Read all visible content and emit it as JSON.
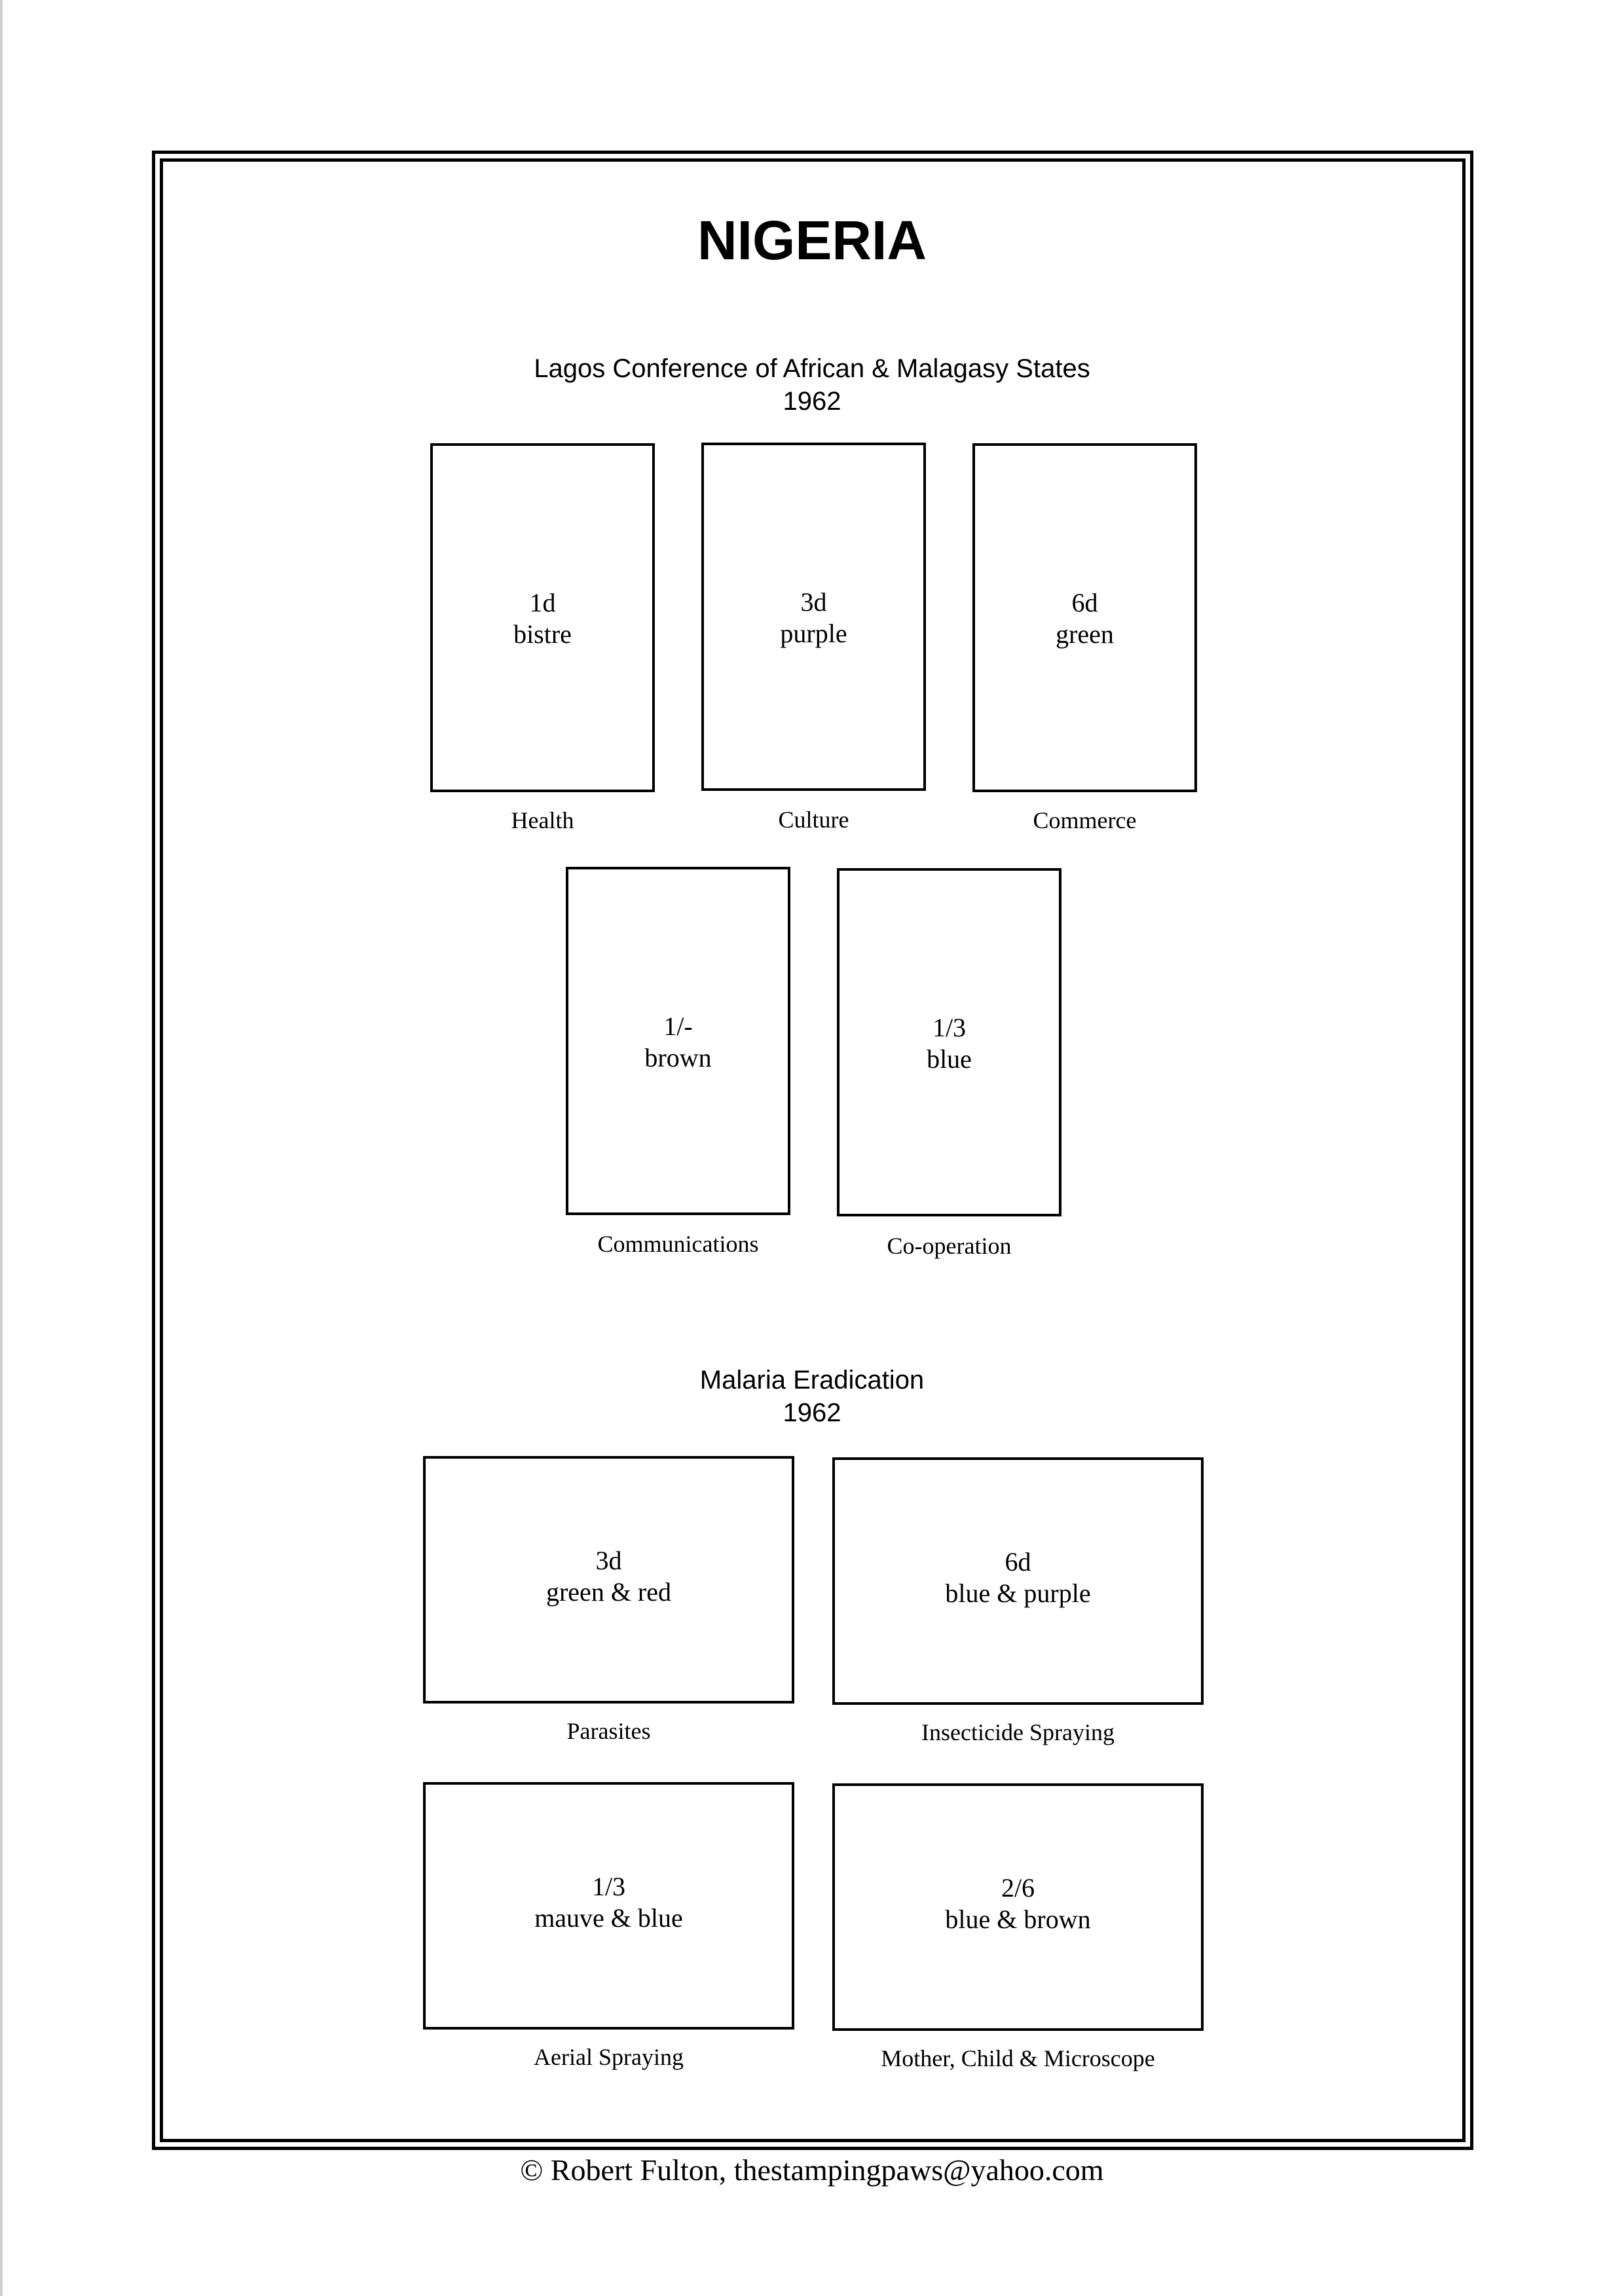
{
  "page": {
    "title": "NIGERIA",
    "footer": "©  Robert Fulton, thestampingpaws@yahoo.com"
  },
  "sections": [
    {
      "heading": "Lagos Conference of African & Malagasy States",
      "year": "1962",
      "stamps": [
        {
          "denomination": "1d",
          "color": "bistre",
          "caption": "Health"
        },
        {
          "denomination": "3d",
          "color": "purple",
          "caption": "Culture"
        },
        {
          "denomination": "6d",
          "color": "green",
          "caption": "Commerce"
        },
        {
          "denomination": "1/-",
          "color": "brown",
          "caption": "Communications"
        },
        {
          "denomination": "1/3",
          "color": "blue",
          "caption": "Co-operation"
        }
      ]
    },
    {
      "heading": "Malaria Eradication",
      "year": "1962",
      "stamps": [
        {
          "denomination": "3d",
          "color": "green & red",
          "caption": "Parasites"
        },
        {
          "denomination": "6d",
          "color": "blue & purple",
          "caption": "Insecticide Spraying"
        },
        {
          "denomination": "1/3",
          "color": "mauve & blue",
          "caption": "Aerial Spraying"
        },
        {
          "denomination": "2/6",
          "color": "blue & brown",
          "caption": "Mother, Child & Microscope"
        }
      ]
    }
  ]
}
